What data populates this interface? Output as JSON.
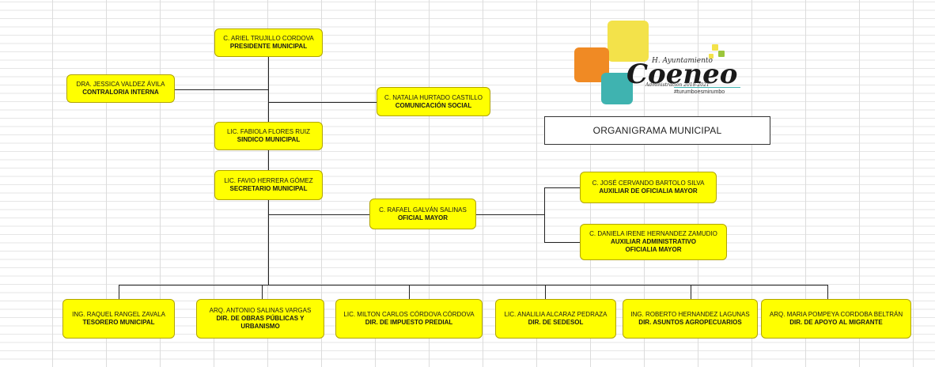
{
  "title": "ORGANIGRAMA MUNICIPAL",
  "logo": {
    "line1": "H. Ayuntamiento",
    "line2": "Coeneo",
    "line3": "Administración 2018-2021",
    "line4": "#turumboesmirumbo"
  },
  "nodes": {
    "presidente": {
      "name": "C. ARIEL TRUJILLO CORDOVA",
      "role": "PRESIDENTE MUNICIPAL"
    },
    "contraloria": {
      "name": "DRA. JESSICA VALDEZ ÁVILA",
      "role": "CONTRALORIA INTERNA"
    },
    "comunicacion": {
      "name": "C. NATALIA HURTADO CASTILLO",
      "role": "COMUNICACIÓN SOCIAL"
    },
    "sindico": {
      "name": "LIC. FABIOLA FLORES RUIZ",
      "role": "SINDICO MUNICIPAL"
    },
    "secretario": {
      "name": "LIC. FAVIO HERRERA GÓMEZ",
      "role": "SECRETARIO MUNICIPAL"
    },
    "oficial": {
      "name": "C. RAFAEL GALVÁN SALINAS",
      "role": "OFICIAL MAYOR"
    },
    "aux_oficialia": {
      "name": "C. JOSÉ CERVANDO BARTOLO SILVA",
      "role": "AUXILIAR DE OFICIALIA MAYOR"
    },
    "aux_admin": {
      "name": "C. DANIELA IRENE HERNANDEZ ZAMUDIO",
      "role": "AUXILIAR ADMINISTRATIVO",
      "role2": "OFICIALIA MAYOR"
    },
    "tesorero": {
      "name": "ING. RAQUEL RANGEL ZAVALA",
      "role": "TESORERO MUNICIPAL"
    },
    "obras": {
      "name": "ARQ. ANTONIO SALINAS VARGAS",
      "role": "DIR. DE OBRAS PÚBLICAS Y",
      "role2": "URBANISMO"
    },
    "predial": {
      "name": "LIC. MILTON CARLOS CÓRDOVA CÓRDOVA",
      "role": "DIR. DE IMPUESTO PREDIAL"
    },
    "sedesol": {
      "name": "LIC. ANALILIA ALCARAZ PEDRAZA",
      "role": "DIR. DE SEDESOL"
    },
    "agro": {
      "name": "ING. ROBERTO HERNANDEZ LAGUNAS",
      "role": "DIR. ASUNTOS AGROPECUARIOS"
    },
    "migrante": {
      "name": "ARQ. MARIA POMPEYA CORDOBA BELTRÁN",
      "role": "DIR. DE APOYO AL MIGRANTE"
    }
  }
}
